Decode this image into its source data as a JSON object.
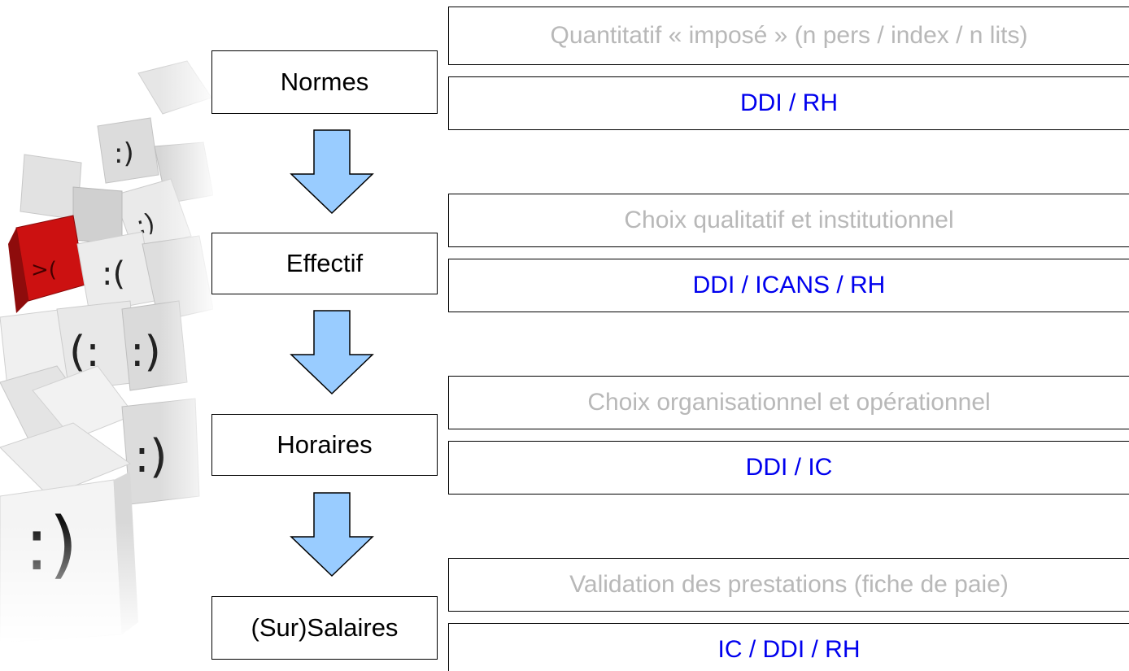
{
  "steps": [
    {
      "label": "Normes"
    },
    {
      "label": "Effectif"
    },
    {
      "label": "Horaires"
    },
    {
      "label": "(Sur)Salaires"
    }
  ],
  "rows": [
    {
      "description": "Quantitatif « imposé » (n pers / index / n lits)",
      "responsible": "DDI / RH"
    },
    {
      "description": "Choix qualitatif et institutionnel",
      "responsible": "DDI / ICANS / RH"
    },
    {
      "description": "Choix organisationnel et opérationnel",
      "responsible": "DDI / IC"
    },
    {
      "description": "Validation des prestations (fiche de paie)",
      "responsible": "IC / DDI / RH"
    }
  ],
  "colors": {
    "description_text": "#b8b8b8",
    "responsible_text": "#0000ee",
    "arrow_fill": "#99ccff",
    "angry_cube": "#cc1111"
  },
  "illustration": "stacked white smiley cubes with one red angry cube"
}
